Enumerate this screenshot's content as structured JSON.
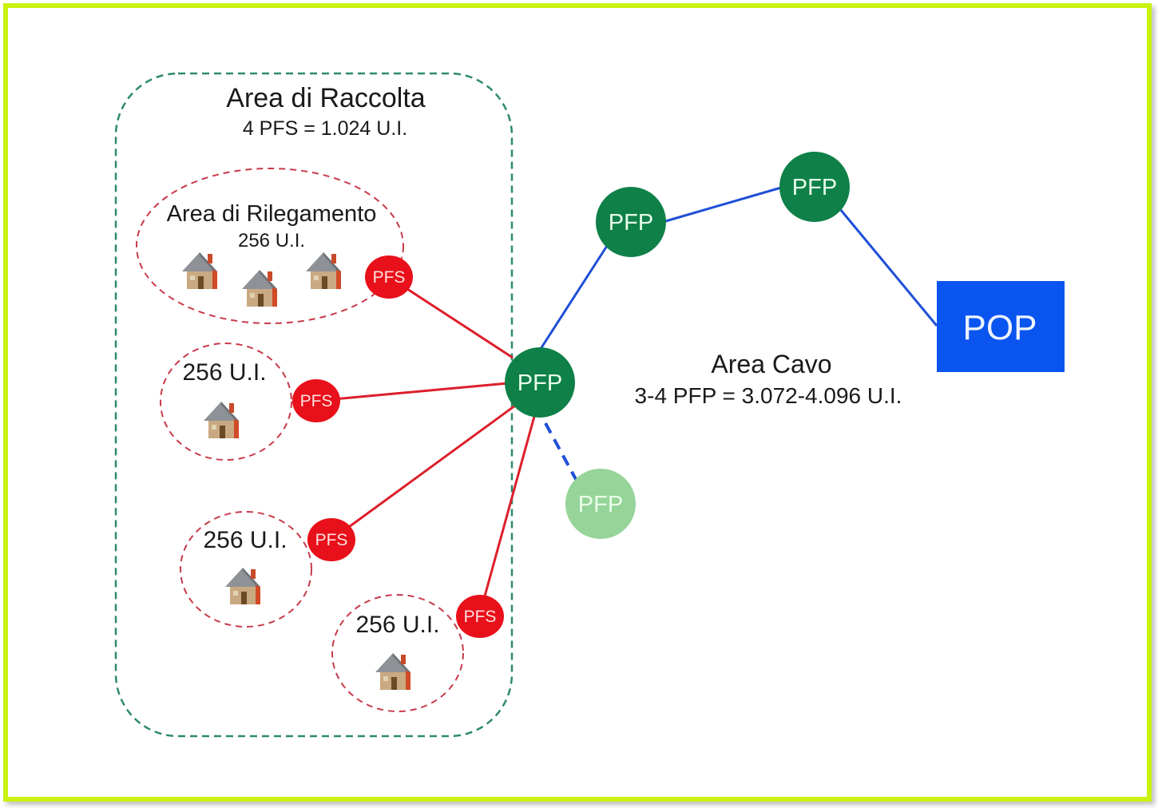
{
  "diagram": {
    "collection_area": {
      "title": "Area di Raccolta",
      "subtitle": "4 PFS = 1.024 U.I."
    },
    "binding_areas": [
      {
        "title": "Area di Rilegamento",
        "units": "256 U.I.",
        "houses": 3,
        "pfs_label": "PFS"
      },
      {
        "title": "",
        "units": "256 U.I.",
        "houses": 1,
        "pfs_label": "PFS"
      },
      {
        "title": "",
        "units": "256 U.I.",
        "houses": 1,
        "pfs_label": "PFS"
      },
      {
        "title": "",
        "units": "256 U.I.",
        "houses": 1,
        "pfs_label": "PFS"
      }
    ],
    "pfp_nodes": [
      {
        "id": "pfp-hub",
        "label": "PFP",
        "state": "active"
      },
      {
        "id": "pfp-2",
        "label": "PFP",
        "state": "active"
      },
      {
        "id": "pfp-3",
        "label": "PFP",
        "state": "active"
      },
      {
        "id": "pfp-optional",
        "label": "PFP",
        "state": "optional"
      }
    ],
    "pop": {
      "label": "POP"
    },
    "cable_area": {
      "title": "Area Cavo",
      "subtitle": "3-4 PFP = 3.072-4.096 U.I."
    },
    "colors": {
      "frame": "#c9f20e",
      "pfp": "#0e8048",
      "pfp_optional": "#96d49a",
      "pfs": "#e8101a",
      "pop": "#0a55f0",
      "blue_link": "#1f4fd8",
      "red_link": "#dd1f2a",
      "collection_border": "#2e8a6a",
      "binding_border": "#c83a4a"
    }
  }
}
